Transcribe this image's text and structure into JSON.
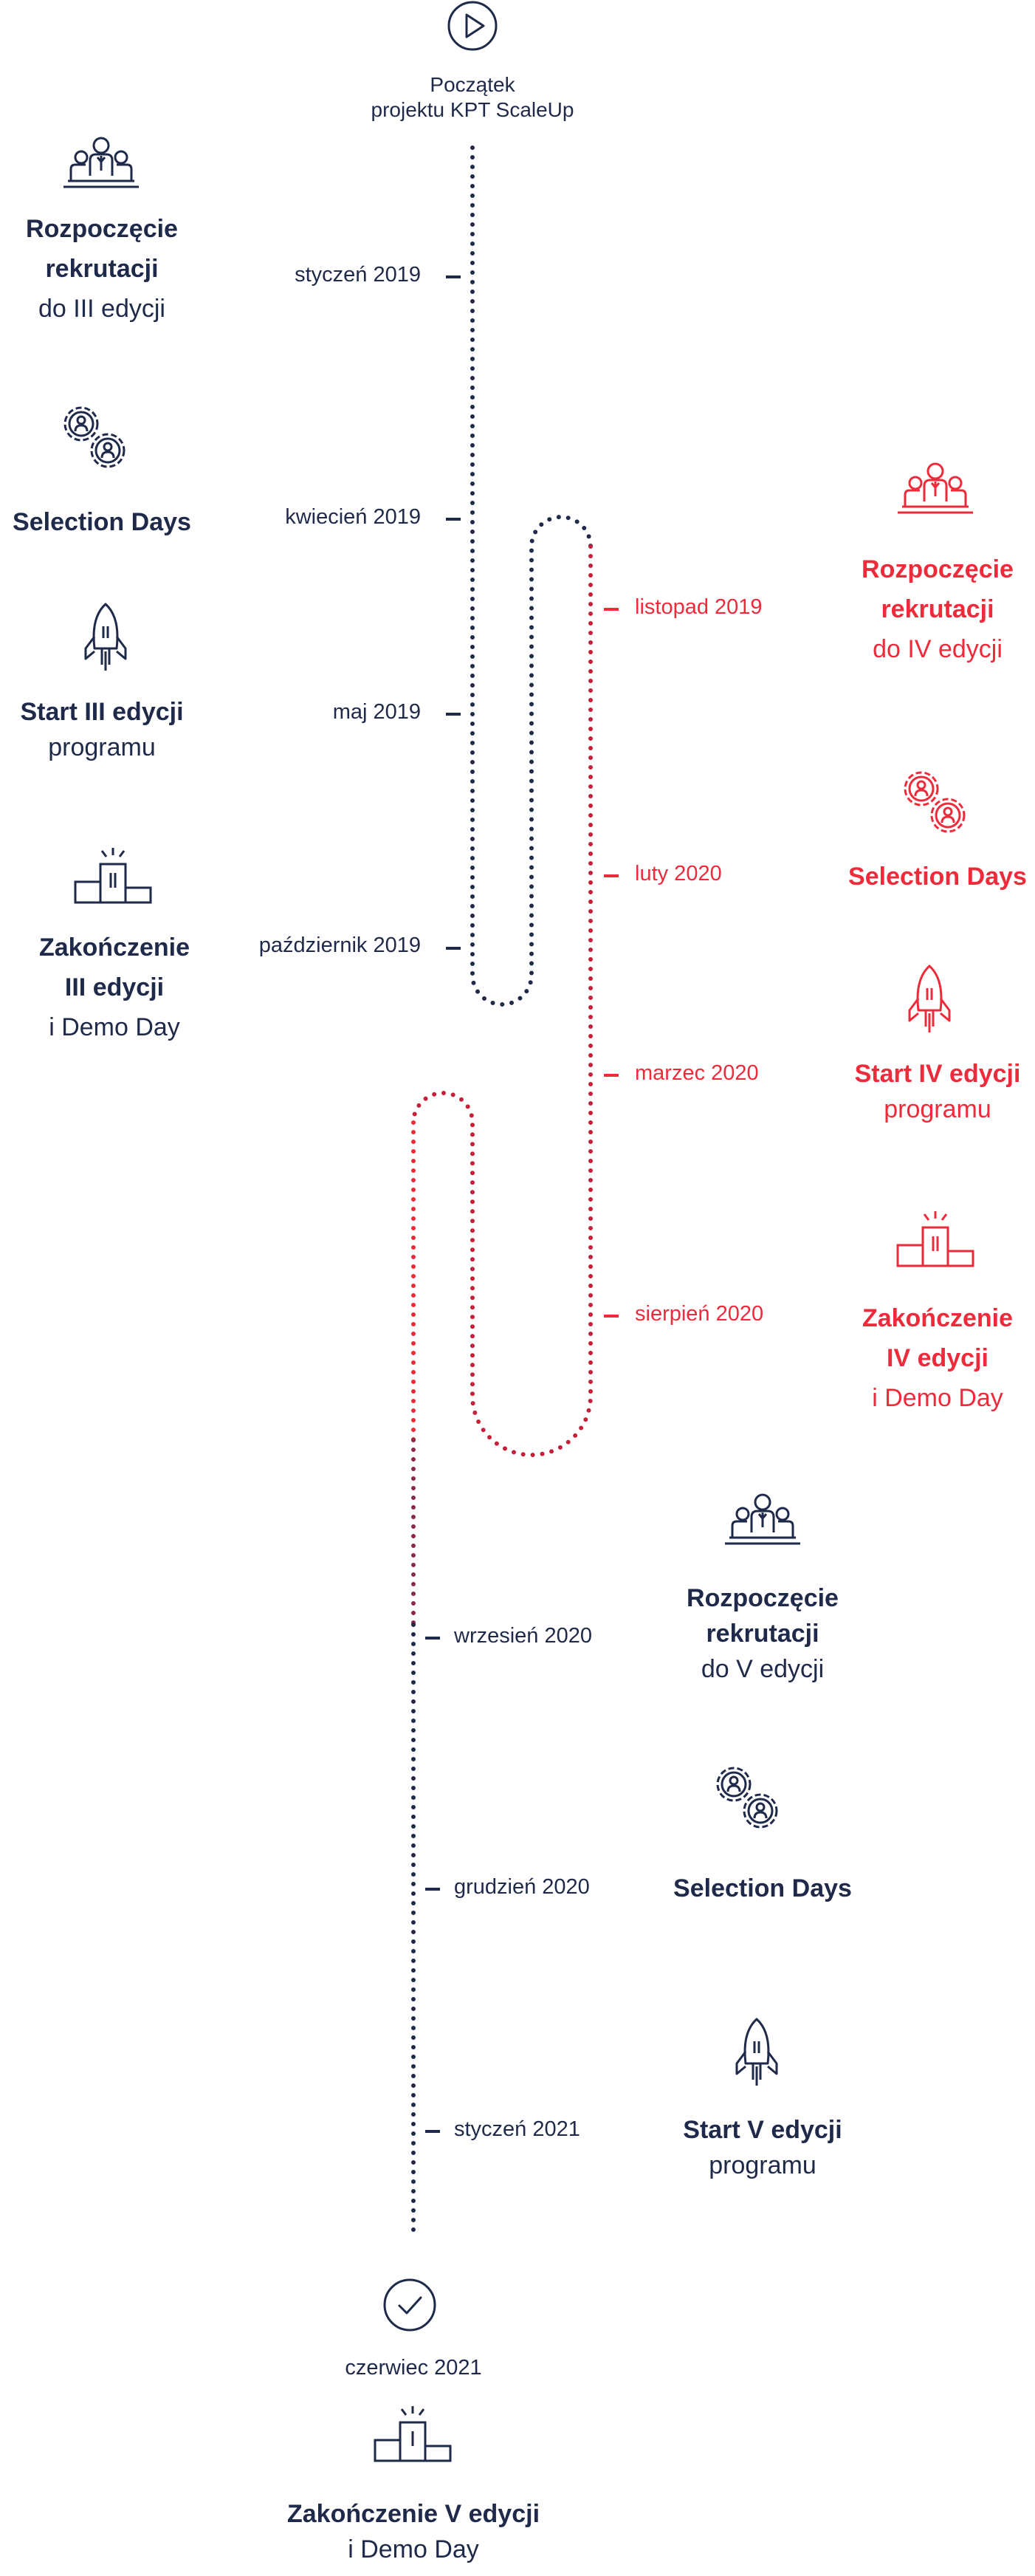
{
  "colors": {
    "navy": "#1f2a4a",
    "red": "#ee2b3a"
  },
  "start": {
    "icon": "play-circle-icon",
    "line1": "Początek",
    "line2": "projektu KPT ScaleUp"
  },
  "edition3": {
    "recruitment": {
      "icon": "team-icon",
      "line1": "Rozpoczęcie",
      "line2": "rekrutacji",
      "line3": "do III edycji",
      "date": "styczeń 2019"
    },
    "selection": {
      "icon": "gears-people-icon",
      "line1": "Selection Days",
      "date": "kwiecień 2019"
    },
    "start": {
      "icon": "rocket-icon",
      "line1": "Start III edycji",
      "line2": "programu",
      "date": "maj 2019"
    },
    "end": {
      "icon": "podium-icon",
      "line1": "Zakończenie",
      "line2": "III edycji",
      "line3": "i  Demo Day",
      "date": "październik 2019"
    }
  },
  "edition4": {
    "recruitment": {
      "icon": "team-icon",
      "line1": "Rozpoczęcie",
      "line2": "rekrutacji",
      "line3": "do IV edycji",
      "date": "listopad 2019"
    },
    "selection": {
      "icon": "gears-people-icon",
      "line1": "Selection Days",
      "date": "luty 2020"
    },
    "start": {
      "icon": "rocket-icon",
      "line1": "Start  IV edycji",
      "line2": "programu",
      "date": "marzec 2020"
    },
    "end": {
      "icon": "podium-icon",
      "line1": "Zakończenie",
      "line2": "IV edycji",
      "line3": "i  Demo Day",
      "date": "sierpień 2020"
    }
  },
  "edition5": {
    "recruitment": {
      "icon": "team-icon",
      "line1": "Rozpoczęcie",
      "line2": "rekrutacji",
      "line3": "do V edycji",
      "date": "wrzesień 2020"
    },
    "selection": {
      "icon": "gears-people-icon",
      "line1": "Selection Days",
      "date": "grudzień 2020"
    },
    "start": {
      "icon": "rocket-icon",
      "line1": "Start V edycji",
      "line2": "programu",
      "date": "styczeń 2021"
    },
    "end": {
      "icon": "podium-icon",
      "check_icon": "check-circle-icon",
      "date": "czerwiec 2021",
      "line1": "Zakończenie V edycji",
      "line2": "i Demo Day"
    }
  }
}
